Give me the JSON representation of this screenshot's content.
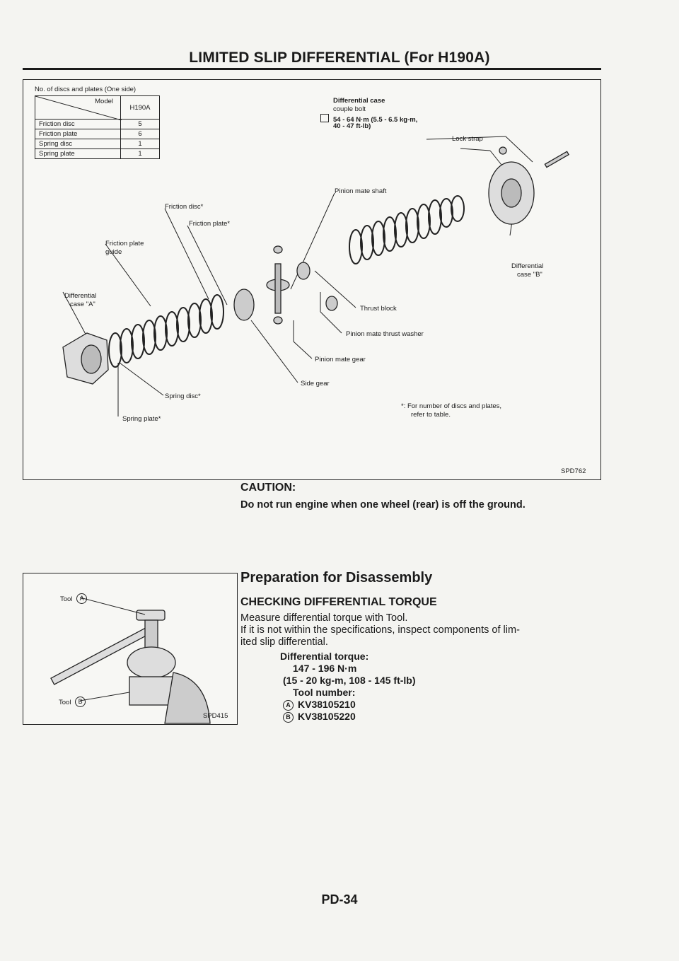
{
  "page": {
    "title": "LIMITED SLIP DIFFERENTIAL (For H190A)",
    "page_number": "PD-34"
  },
  "figure1": {
    "table": {
      "caption": "No. of discs and plates (One side)",
      "corner_label": "Model",
      "model": "H190A",
      "rows": [
        {
          "label": "Friction disc",
          "value": "5"
        },
        {
          "label": "Friction plate",
          "value": "6"
        },
        {
          "label": "Spring disc",
          "value": "1"
        },
        {
          "label": "Spring plate",
          "value": "1"
        }
      ]
    },
    "labels": {
      "diff_case_bolt_1": "Differential case",
      "diff_case_bolt_2": "couple bolt",
      "torque_1": "54 - 64 N·m (5.5 - 6.5 kg-m,",
      "torque_2": "40 - 47 ft-lb)",
      "lock_strap": "Lock strap",
      "pinion_mate_shaft": "Pinion mate shaft",
      "friction_disc": "Friction disc*",
      "friction_plate": "Friction plate*",
      "friction_plate_guide_1": "Friction plate",
      "friction_plate_guide_2": "guide",
      "diff_case_b_1": "Differential",
      "diff_case_b_2": "case \"B\"",
      "diff_case_a_1": "Differential",
      "diff_case_a_2": "case \"A\"",
      "thrust_block": "Thrust block",
      "pinion_mate_thrust_washer": "Pinion mate thrust washer",
      "pinion_mate_gear": "Pinion mate gear",
      "side_gear": "Side gear",
      "spring_disc": "Spring disc*",
      "spring_plate": "Spring plate*",
      "footnote_1": "*: For number of discs and plates,",
      "footnote_2": "refer to table.",
      "code": "SPD762"
    }
  },
  "caution": {
    "heading": "CAUTION:",
    "text": "Do not run engine when one wheel (rear) is off the ground."
  },
  "figure2": {
    "tool_a": "Tool",
    "tool_a_letter": "A",
    "tool_b": "Tool",
    "tool_b_letter": "B",
    "code": "SPD415"
  },
  "section": {
    "heading": "Preparation for Disassembly",
    "subheading": "CHECKING DIFFERENTIAL TORQUE",
    "line1": "Measure differential torque with Tool.",
    "line2": "If it is not within the specifications, inspect components of lim-",
    "line3": "ited slip differential.",
    "spec_label": "Differential torque:",
    "spec_value_1": "147 - 196 N·m",
    "spec_value_2": "(15 - 20 kg-m, 108 - 145 ft-lb)",
    "tool_number_label": "Tool number:",
    "tool_a_letter": "A",
    "tool_a_number": "KV38105210",
    "tool_b_letter": "B",
    "tool_b_number": "KV38105220"
  }
}
